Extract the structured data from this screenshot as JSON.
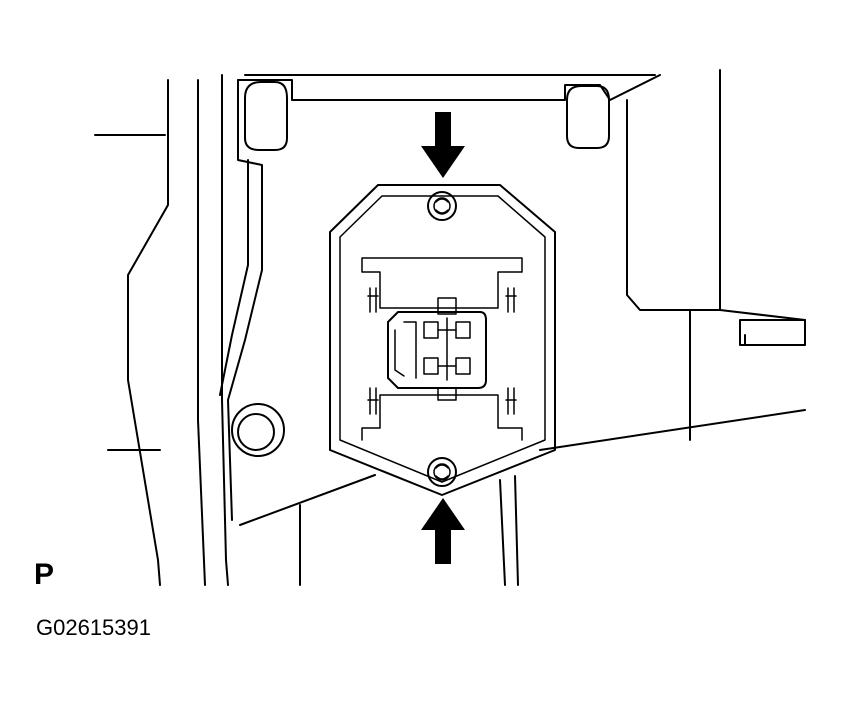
{
  "figure": {
    "corner_letter": "P",
    "figure_code": "G02615391"
  },
  "callouts": [
    {
      "name": "arrow-top",
      "direction": "down",
      "target": "upper-screw"
    },
    {
      "name": "arrow-bottom",
      "direction": "up",
      "target": "lower-screw"
    }
  ],
  "colors": {
    "ink": "#000000",
    "background": "#ffffff"
  }
}
